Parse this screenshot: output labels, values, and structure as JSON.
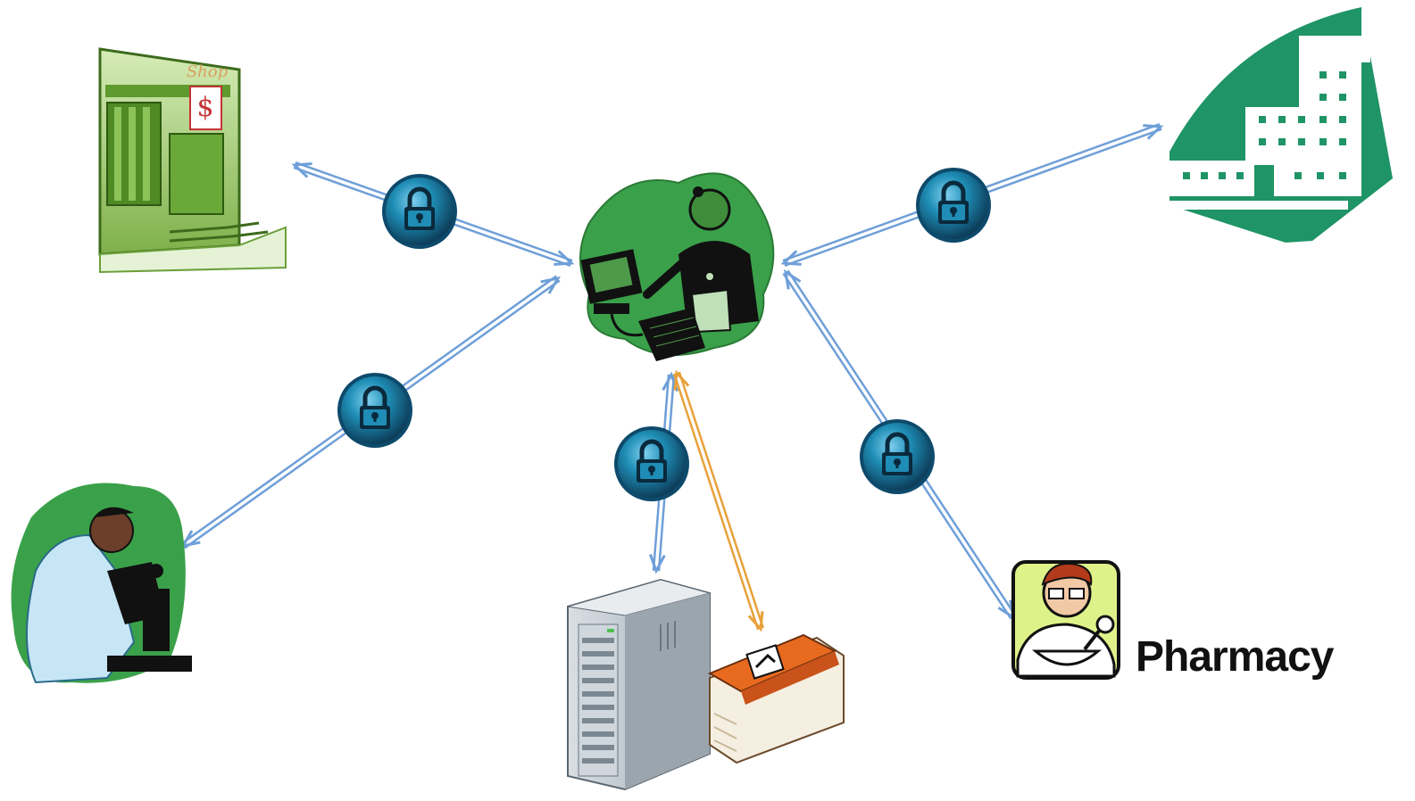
{
  "colors": {
    "connector": "#6f9fd8",
    "connector_highlight": "#e8a13a",
    "lock_outer": "#0d4a6b",
    "lock_inner": "#1f8db5",
    "green_blob": "#3aa14a",
    "hospital": "#1f9466"
  },
  "nodes": {
    "center": {
      "icon": "doctor-at-computer-icon"
    },
    "clinic": {
      "icon": "medical-clinic-building-icon",
      "sign_text": "Shop"
    },
    "hospital": {
      "icon": "hospital-building-icon"
    },
    "laboratory": {
      "icon": "scientist-microscope-icon"
    },
    "server": {
      "icon": "server-tower-icon"
    },
    "records": {
      "icon": "medical-record-book-icon"
    },
    "pharmacy": {
      "icon": "pharmacist-icon",
      "label": "Pharmacy"
    }
  },
  "connections": [
    {
      "from": "center",
      "to": "clinic",
      "secured": true,
      "color": "connector"
    },
    {
      "from": "center",
      "to": "hospital",
      "secured": true,
      "color": "connector"
    },
    {
      "from": "center",
      "to": "laboratory",
      "secured": true,
      "color": "connector"
    },
    {
      "from": "center",
      "to": "server",
      "secured": true,
      "color": "connector"
    },
    {
      "from": "center",
      "to": "pharmacy",
      "secured": true,
      "color": "connector"
    },
    {
      "from": "center",
      "to": "records",
      "secured": false,
      "color": "connector_highlight"
    }
  ]
}
